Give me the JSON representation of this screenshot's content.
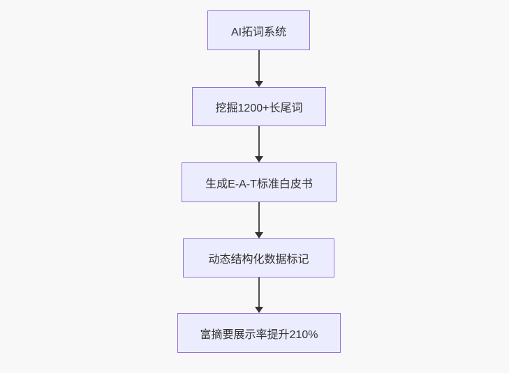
{
  "flowchart": {
    "type": "flowchart",
    "direction": "top-down",
    "nodes": [
      {
        "id": "node-1",
        "label": "AI拓词系统"
      },
      {
        "id": "node-2",
        "label": "挖掘1200+长尾词"
      },
      {
        "id": "node-3",
        "label": "生成E-A-T标准白皮书"
      },
      {
        "id": "node-4",
        "label": "动态结构化数据标记"
      },
      {
        "id": "node-5",
        "label": "富摘要展示率提升210%"
      }
    ],
    "edges": [
      {
        "from": "node-1",
        "to": "node-2",
        "arrow": "down"
      },
      {
        "from": "node-2",
        "to": "node-3",
        "arrow": "down"
      },
      {
        "from": "node-3",
        "to": "node-4",
        "arrow": "down"
      },
      {
        "from": "node-4",
        "to": "node-5",
        "arrow": "down"
      }
    ],
    "colors": {
      "node_fill": "#ECECFF",
      "node_border": "#9370DB",
      "node_text": "#333333",
      "edge_line": "#4d4d4d",
      "edge_arrowhead": "#333333",
      "background": "#f8f8f8"
    }
  }
}
